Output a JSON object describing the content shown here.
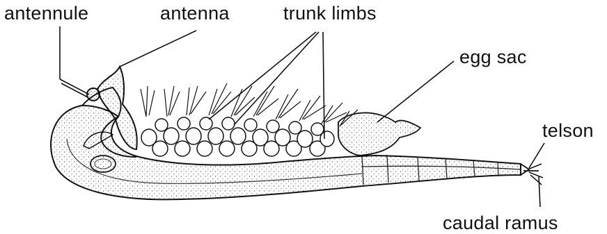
{
  "labels": {
    "antennule": "antennule",
    "antenna": "antenna",
    "trunk_limbs": "trunk limbs",
    "egg_sac": "egg sac",
    "telson": "telson",
    "caudal_ramus": "caudal ramus"
  },
  "colors": {
    "ink": "#111111",
    "background": "#ffffff"
  }
}
